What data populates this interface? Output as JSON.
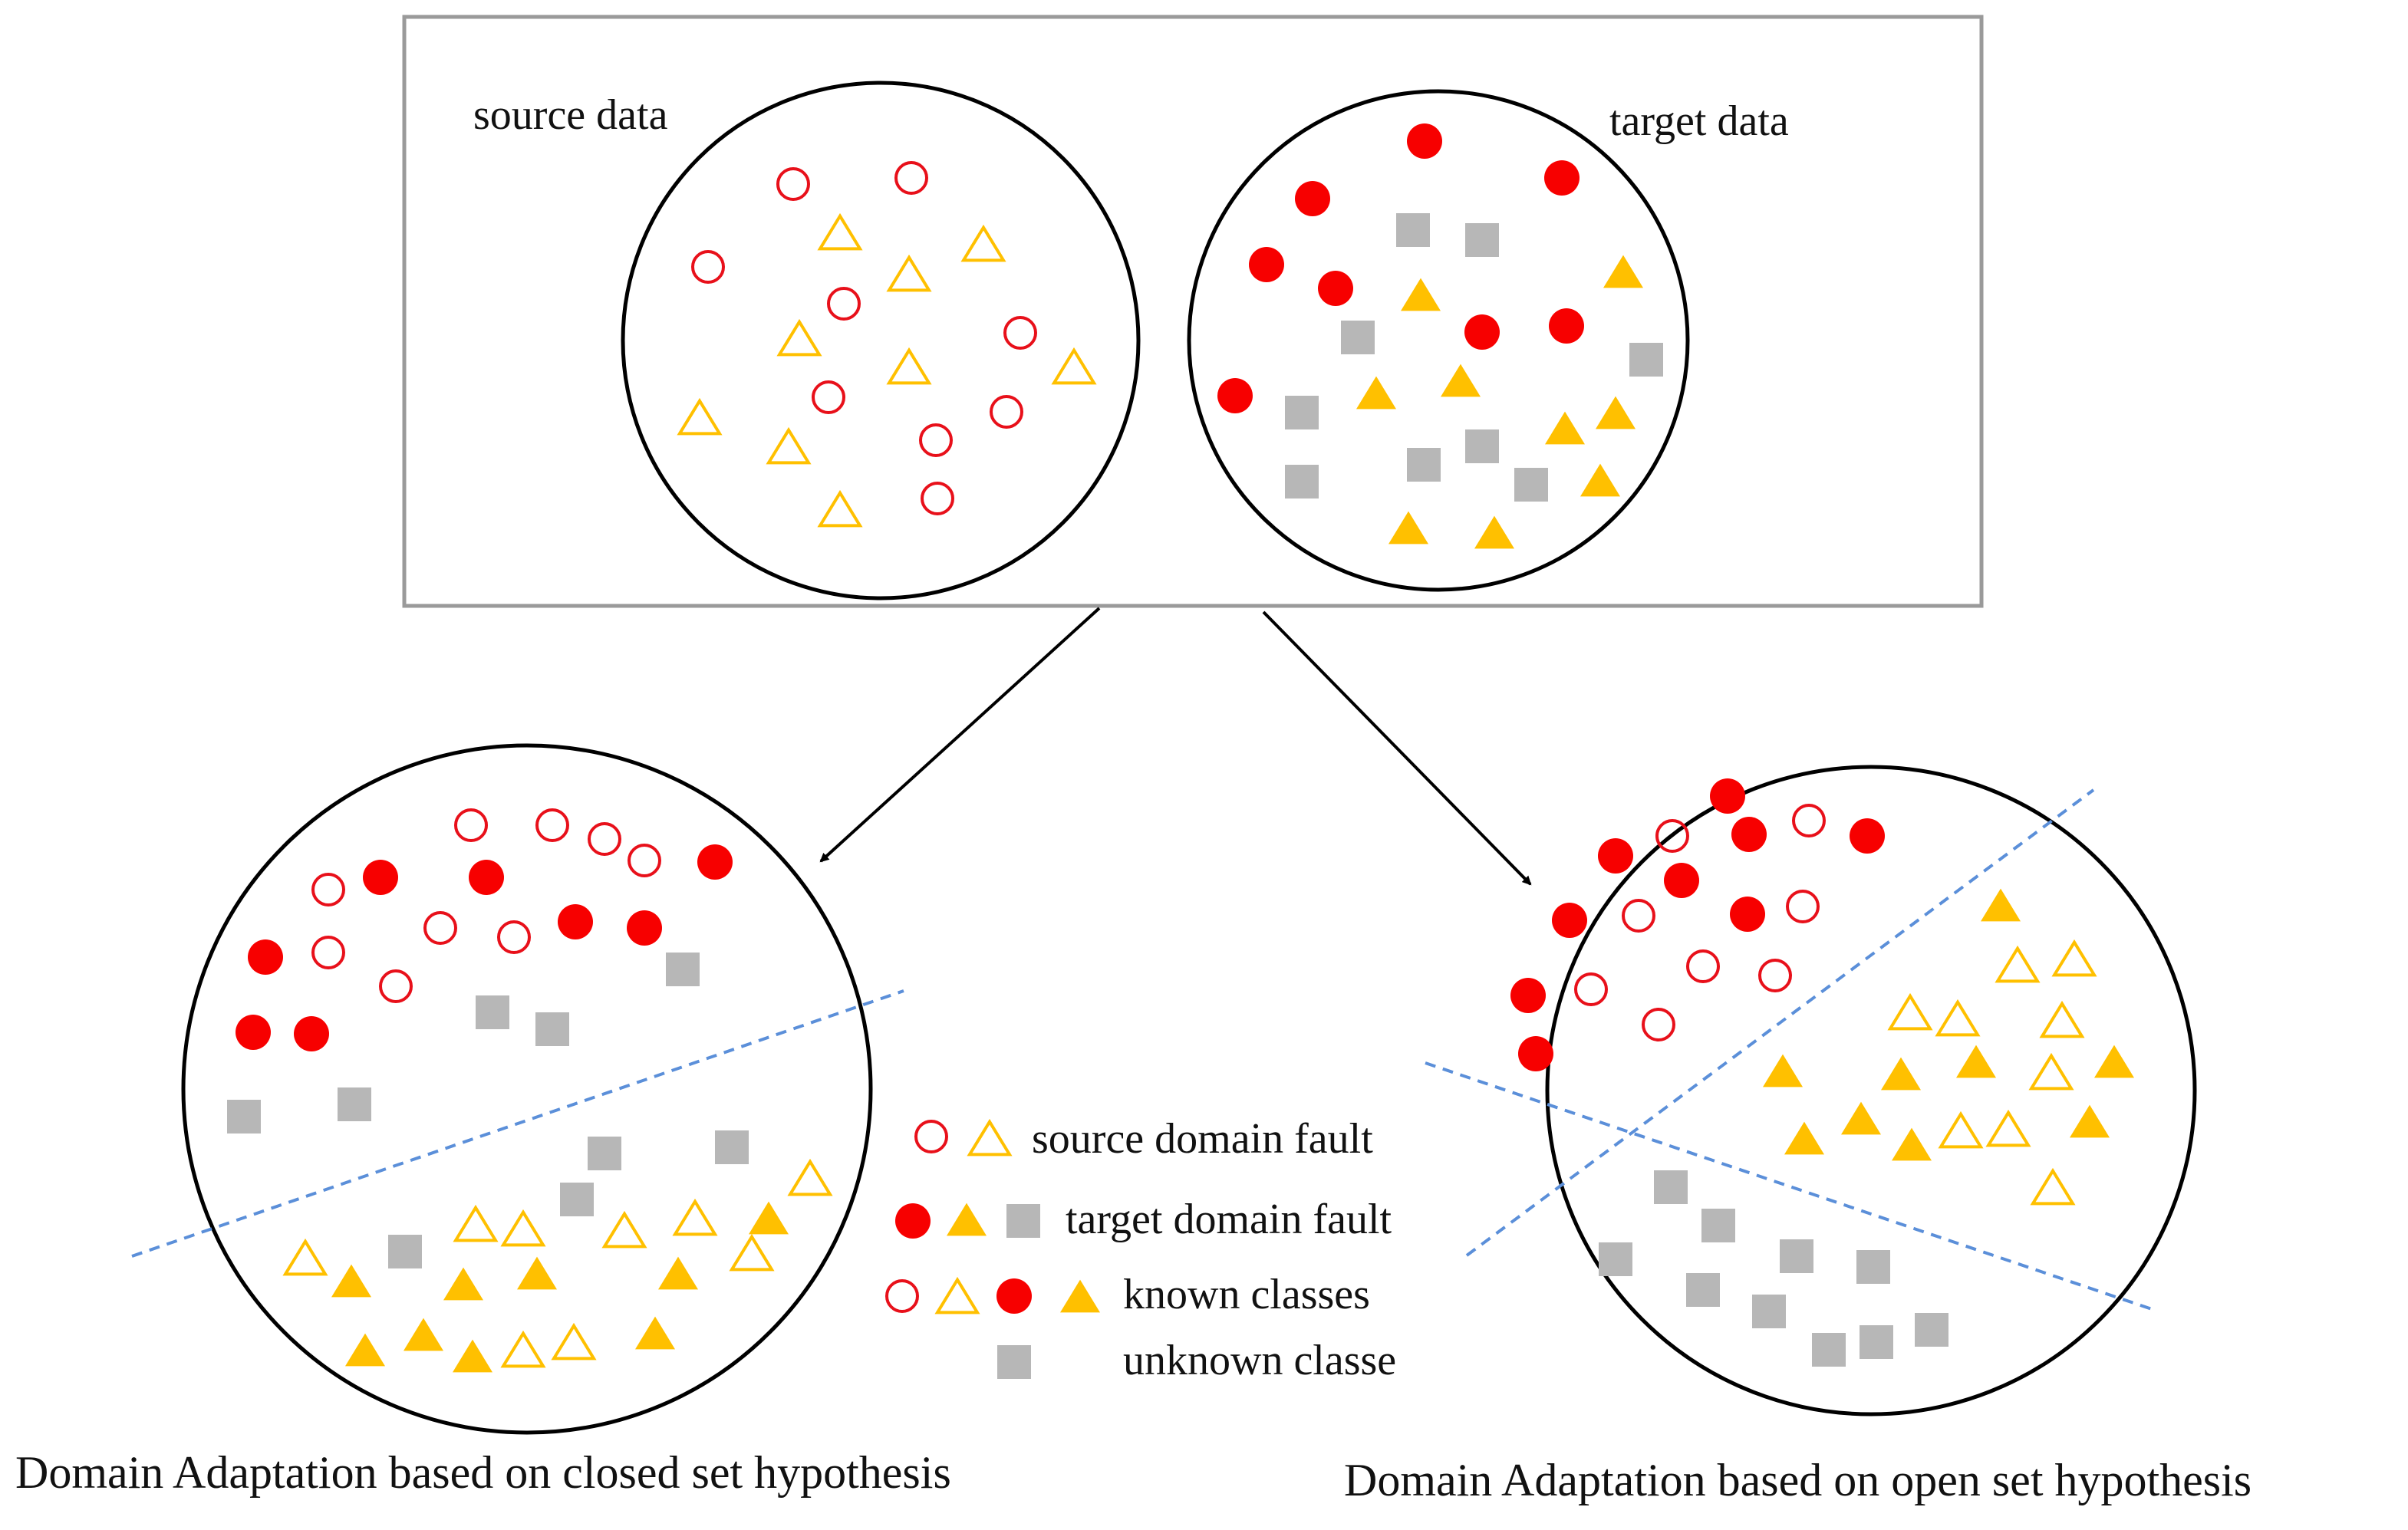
{
  "labels": {
    "source_data": "source data",
    "target_data": "target data",
    "closed_set_caption": "Domain Adaptation based on closed set hypothesis",
    "open_set_caption": "Domain Adaptation based on open set hypothesis"
  },
  "legend": {
    "source_domain_fault": "source domain fault",
    "target_domain_fault": "target domain fault",
    "known_classes": "known classes",
    "unknown_classes": "unknown classe"
  },
  "colors": {
    "source_circle": "#e8101a",
    "target_circle": "#f70000",
    "triangle": "#ffc000",
    "square": "#b7b7b7",
    "boundary": "#5b8fd9",
    "frame": "#9a9a9a"
  },
  "icons": {
    "source_circle": "hollow-red-circle",
    "source_triangle": "hollow-yellow-triangle",
    "target_circle": "filled-red-circle",
    "target_triangle": "filled-yellow-triangle",
    "unknown_square": "gray-square"
  }
}
